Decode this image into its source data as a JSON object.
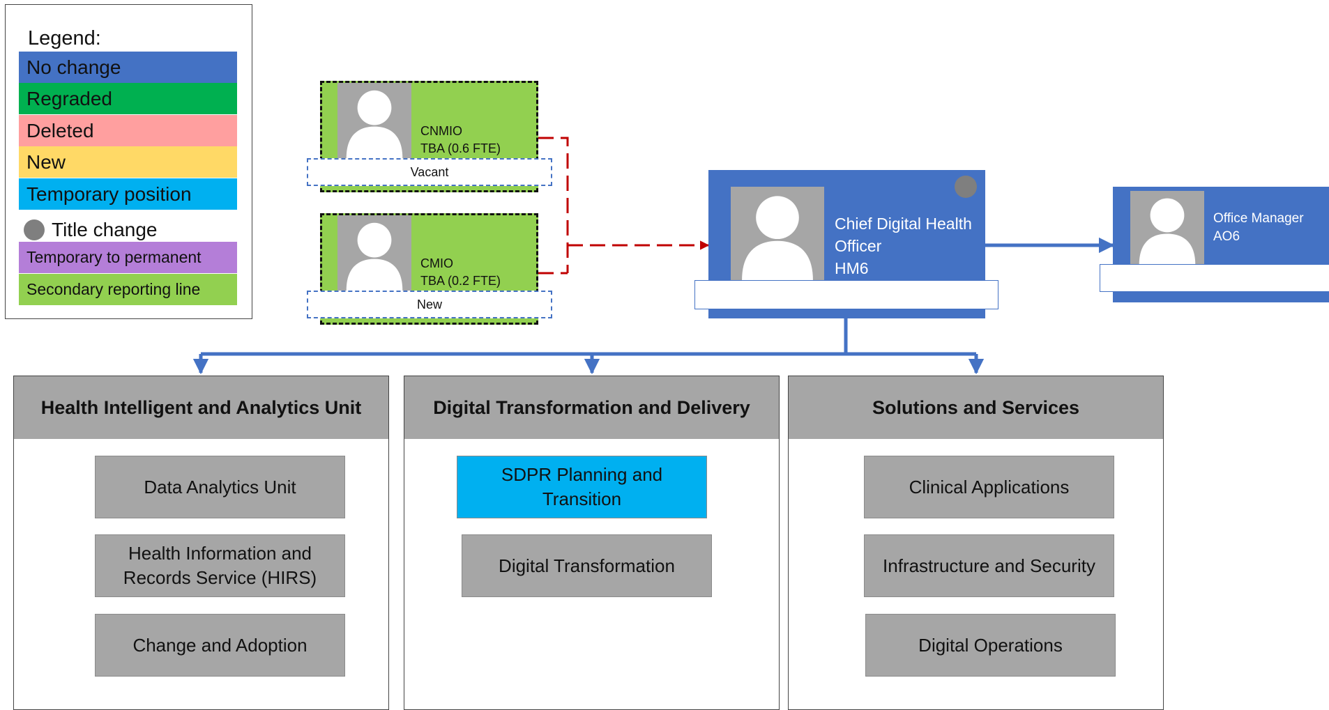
{
  "legend": {
    "title": "Legend:",
    "items": [
      {
        "label": "No change",
        "color": "#4472c4"
      },
      {
        "label": "Regraded",
        "color": "#00b050"
      },
      {
        "label": "Deleted",
        "color": "#ff9f9f"
      },
      {
        "label": "New",
        "color": "#ffd966"
      },
      {
        "label": "Temporary position",
        "color": "#00b0f0"
      },
      {
        "label": "Title change",
        "color": "#7f7f7f"
      },
      {
        "label": "Temporary to permanent",
        "color": "#b47ed8"
      },
      {
        "label": "Secondary reporting line",
        "color": "#92d050"
      }
    ]
  },
  "secondary_roles": [
    {
      "title": "CNMIO",
      "detail": "TBA (0.6 FTE)",
      "status": "Vacant"
    },
    {
      "title": "CMIO",
      "detail": "TBA (0.2 FTE)",
      "status": "New"
    }
  ],
  "chief": {
    "line1": "Chief Digital Health",
    "line2": "Officer",
    "grade": "HM6",
    "indicator_icon": "title-change-dot"
  },
  "office_manager": {
    "title": "Office Manager",
    "grade": "AO6"
  },
  "divisions": [
    {
      "name": "Health Intelligent and Analytics Unit",
      "units": [
        "Data Analytics Unit",
        "Health Information and Records Service (HIRS)",
        "Change and Adoption"
      ]
    },
    {
      "name": "Digital Transformation and Delivery",
      "units": [
        "SDPR Planning and Transition",
        "Digital Transformation"
      ]
    },
    {
      "name": "Solutions and Services",
      "units": [
        "Clinical  Applications",
        "Infrastructure and Security",
        "Digital Operations"
      ]
    }
  ]
}
